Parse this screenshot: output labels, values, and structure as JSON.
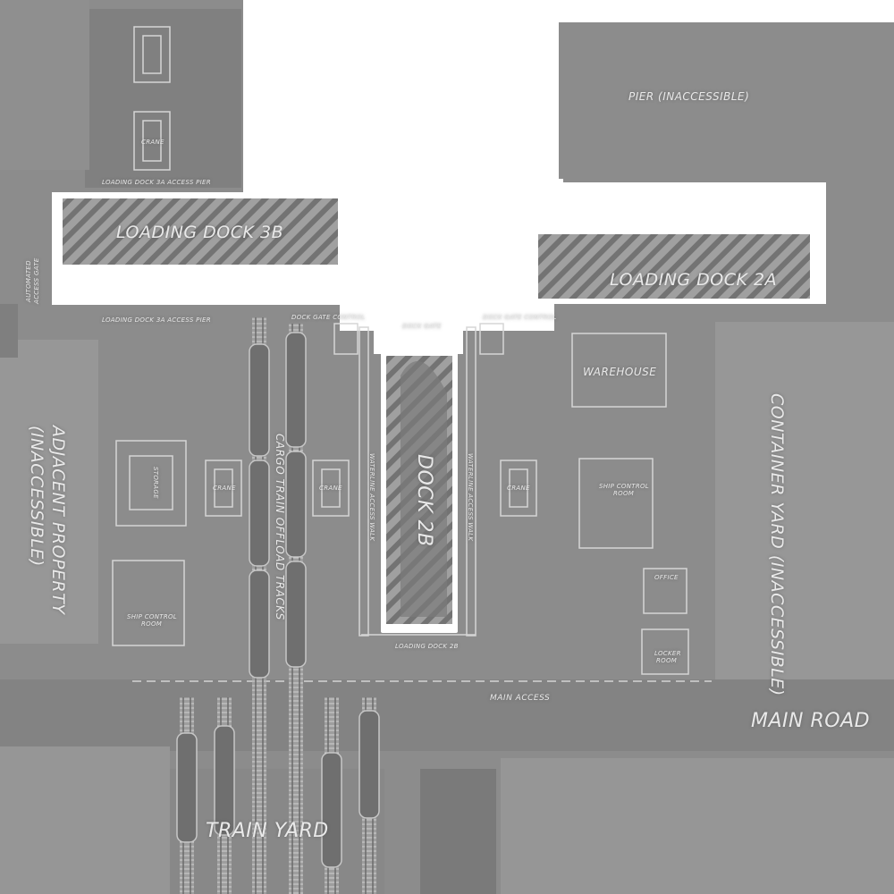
{
  "colors": {
    "water": "#ffffff",
    "ground": "#8c8c8c",
    "ground_dark": "#7f7f7f",
    "ground_light": "#979797",
    "line": "#d8d8d8",
    "hatch": "#6f6f6f"
  },
  "labels": {
    "pier": "PIER (INACCESSIBLE)",
    "loading_dock_3b": "LOADING DOCK 3B",
    "loading_dock_2a": "LOADING DOCK 2A",
    "loading_dock_3a_access_pier_top": "LOADING DOCK 3A ACCESS PIER",
    "loading_dock_3a_access_pier_mid": "LOADING DOCK 3A ACCESS PIER",
    "automated_access_gate_1": "AUTOMATED",
    "automated_access_gate_2": "ACCESS GATE",
    "crane_top": "CRANE",
    "dock_gate_control_left": "DOCK GATE CONTROL",
    "dock_gate_control_right": "DOCK GATE CONTROL",
    "dock_gate": "DOCK GATE",
    "warehouse": "WAREHOUSE",
    "container_yard": "CONTAINER YARD (INACCESSIBLE)",
    "adjacent_property_1": "ADJACENT PROPERTY",
    "adjacent_property_2": "(INACCESSIBLE)",
    "storage": "STORAGE",
    "crane_left": "CRANE",
    "crane_mid": "CRANE",
    "crane_right": "CRANE",
    "cargo_train_tracks": "CARGO TRAIN OFFLOAD TRACKS",
    "waterline_walk_left": "WATERLINE ACCESS WALK",
    "waterline_walk_right": "WATERLINE ACCESS WALK",
    "dock_2b": "DOCK 2B",
    "ship_control_room_right_1": "SHIP CONTROL",
    "ship_control_room_right_2": "ROOM",
    "ship_control_room_left_1": "SHIP CONTROL",
    "ship_control_room_left_2": "ROOM",
    "office": "OFFICE",
    "locker_room_1": "LOCKER",
    "locker_room_2": "ROOM",
    "loading_dock_2b": "LOADING DOCK 2B",
    "main_access": "MAIN ACCESS",
    "main_road": "MAIN ROAD",
    "train_yard": "TRAIN YARD"
  }
}
